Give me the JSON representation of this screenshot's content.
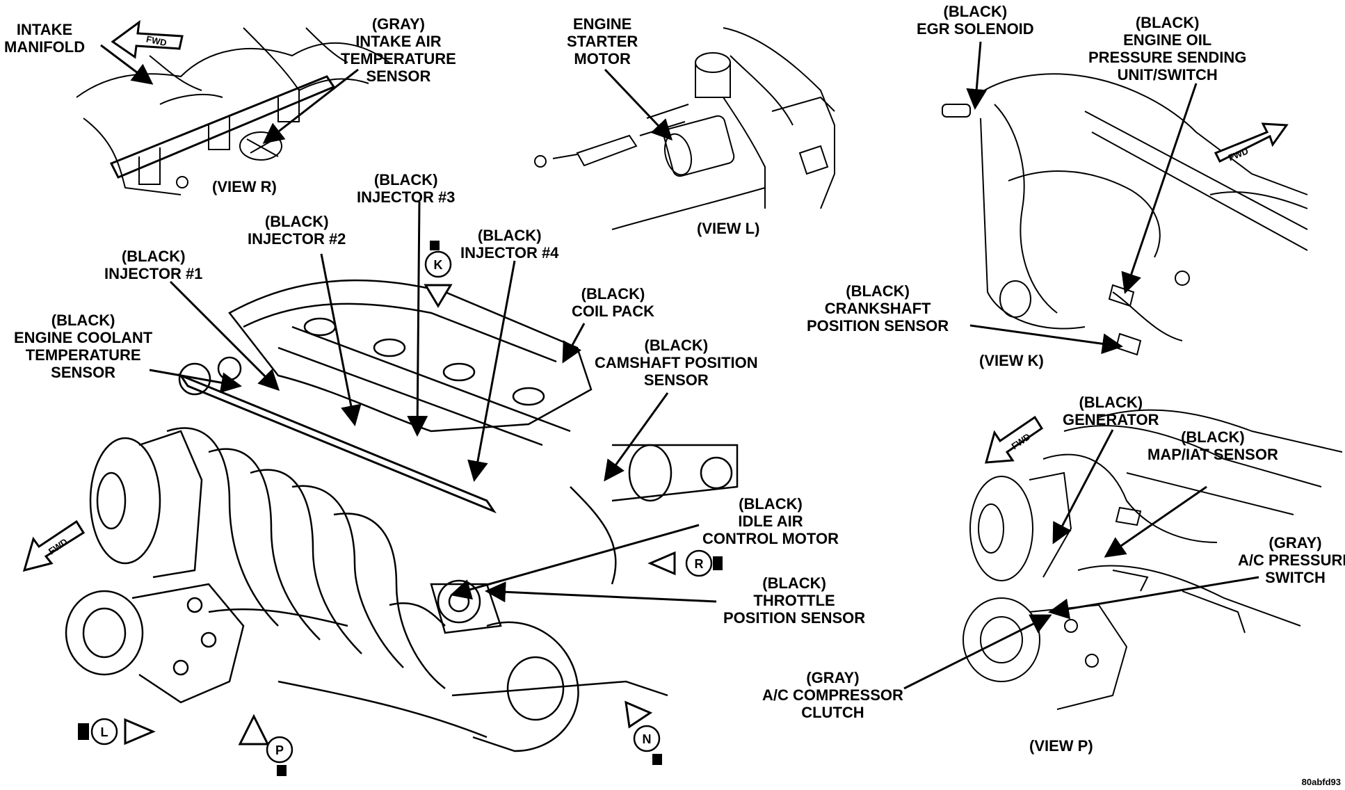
{
  "labels": {
    "intake_manifold": [
      "INTAKE",
      "MANIFOLD"
    ],
    "iat_sensor": [
      "(GRAY)",
      "INTAKE AIR",
      "TEMPERATURE",
      "SENSOR"
    ],
    "starter": [
      "ENGINE",
      "STARTER",
      "MOTOR"
    ],
    "egr": [
      "(BLACK)",
      "EGR SOLENOID"
    ],
    "oil_pressure": [
      "(BLACK)",
      "ENGINE OIL",
      "PRESSURE SENDING",
      "UNIT/SWITCH"
    ],
    "injector3": [
      "(BLACK)",
      "INJECTOR #3"
    ],
    "injector2": [
      "(BLACK)",
      "INJECTOR #2"
    ],
    "injector4": [
      "(BLACK)",
      "INJECTOR #4"
    ],
    "injector1": [
      "(BLACK)",
      "INJECTOR #1"
    ],
    "coolant": [
      "(BLACK)",
      "ENGINE COOLANT",
      "TEMPERATURE",
      "SENSOR"
    ],
    "coil": [
      "(BLACK)",
      "COIL PACK"
    ],
    "camshaft": [
      "(BLACK)",
      "CAMSHAFT POSITION",
      "SENSOR"
    ],
    "crankshaft": [
      "(BLACK)",
      "CRANKSHAFT",
      "POSITION SENSOR"
    ],
    "generator": [
      "(BLACK)",
      "GENERATOR"
    ],
    "map_iat": [
      "(BLACK)",
      "MAP/IAT SENSOR"
    ],
    "iac": [
      "(BLACK)",
      "IDLE AIR",
      "CONTROL MOTOR"
    ],
    "tps": [
      "(BLACK)",
      "THROTTLE",
      "POSITION SENSOR"
    ],
    "ac_switch": [
      "(GRAY)",
      "A/C PRESSURE",
      "SWITCH"
    ],
    "ac_clutch": [
      "(GRAY)",
      "A/C COMPRESSOR",
      "CLUTCH"
    ]
  },
  "views": {
    "r": "(VIEW R)",
    "l": "(VIEW L)",
    "k": "(VIEW K)",
    "p": "(VIEW P)"
  },
  "markers": {
    "k": "K",
    "r": "R",
    "l": "L",
    "p": "P",
    "n": "N"
  },
  "fwd": "FWD",
  "figure_code": "80abfd93"
}
